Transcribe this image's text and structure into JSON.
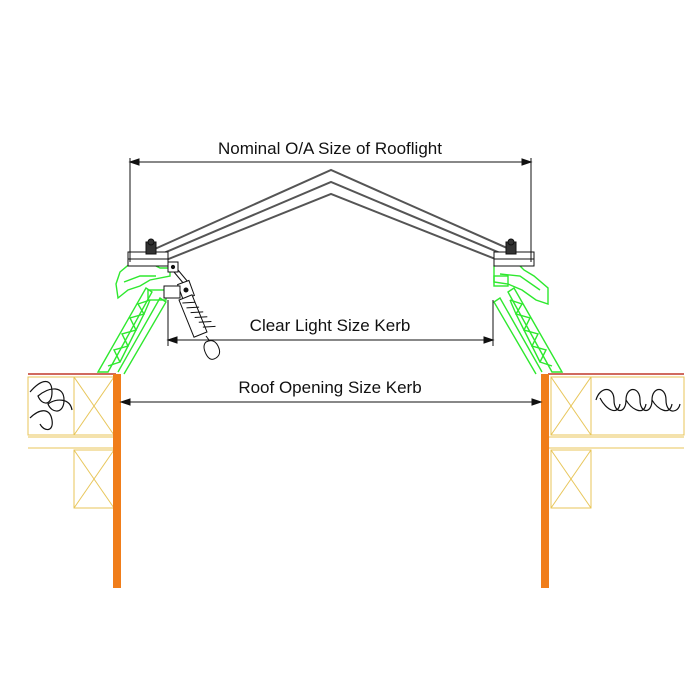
{
  "labels": {
    "nominal": "Nominal O/A Size of Rooflight",
    "clear_light": "Clear Light Size Kerb",
    "roof_opening": "Roof Opening Size Kerb"
  },
  "colors": {
    "line": "#111111",
    "glazing": "#555555",
    "kerb": "#2ee82e",
    "upstand": "#f07d1a",
    "timber": "#f0d77a",
    "roof_edge": "#c0392b",
    "background": "#ffffff"
  }
}
